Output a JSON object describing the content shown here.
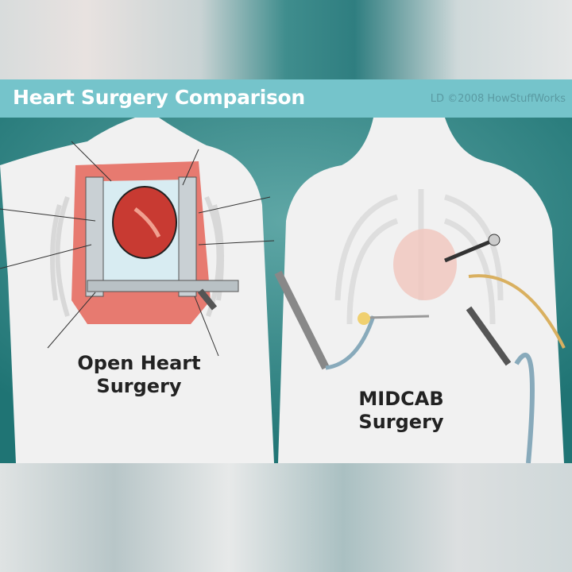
{
  "header": {
    "title": "Heart Surgery Comparison",
    "credit": "LD ©2008 HowStuffWorks"
  },
  "panels": [
    {
      "label_line1": "Open Heart",
      "label_line2": "Surgery"
    },
    {
      "label_line1": "MIDCAB",
      "label_line2": "Surgery"
    }
  ],
  "colors": {
    "header": "#75c4cb",
    "background": "#237b7b",
    "body": "#f3f3f3",
    "heart": "#c83a32"
  }
}
